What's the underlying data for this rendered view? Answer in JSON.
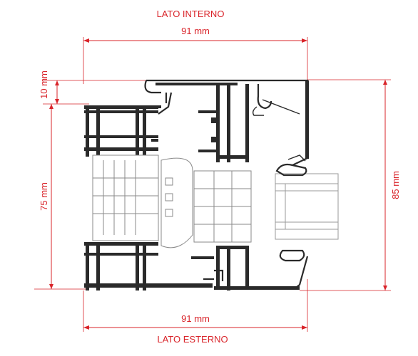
{
  "labels": {
    "top_title": "LATO INTERNO",
    "bottom_title": "LATO ESTERNO",
    "top_width": "91 mm",
    "bottom_width": "91 mm",
    "left_top_height": "10 mm",
    "left_height": "75 mm",
    "right_height": "85 mm"
  },
  "colors": {
    "dimension": "#d9242a",
    "profile": "#2a2a2a",
    "insulation": "#8a8a8a"
  }
}
